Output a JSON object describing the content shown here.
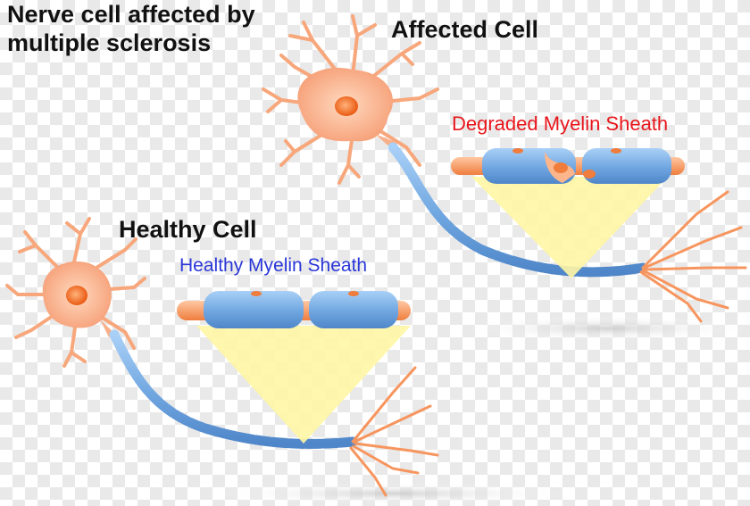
{
  "title": {
    "line1": "Nerve cell affected by",
    "line2": "multiple sclerosis"
  },
  "labels": {
    "affected_cell": "Affected Cell",
    "healthy_cell": "Healthy Cell",
    "degraded_sheath": "Degraded Myelin Sheath",
    "healthy_sheath": "Healthy Myelin Sheath"
  },
  "colors": {
    "title_text": "#111111",
    "degraded_label": "#e8161b",
    "healthy_label": "#2b37d8",
    "cell_body": "#f8a57a",
    "nucleus": "#f06a1c",
    "myelin": "#6fa9e3",
    "axon": "#f7975f",
    "highlight": "#fff6a4"
  }
}
